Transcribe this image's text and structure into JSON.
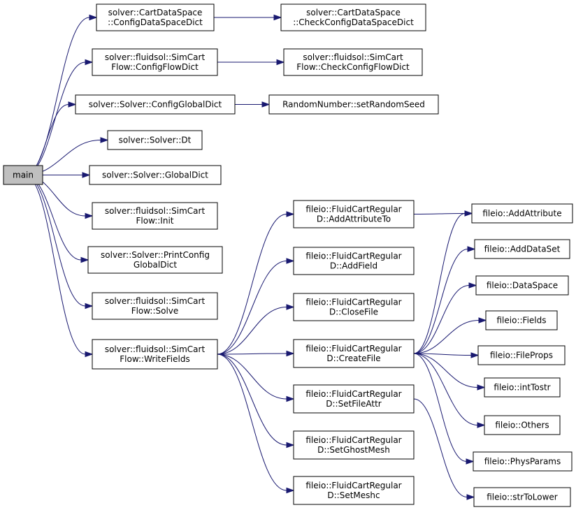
{
  "colors": {
    "edge": "#191970",
    "root_fill": "#bfbfbf",
    "node_fill": "#ffffff",
    "border": "#000000"
  },
  "nodes": {
    "main": [
      "main"
    ],
    "cfgds": [
      "solver::CartDataSpace",
      "::ConfigDataSpaceDict"
    ],
    "chkds": [
      "solver::CartDataSpace",
      "::CheckConfigDataSpaceDict"
    ],
    "cfgflow": [
      "solver::fluidsol::SimCart",
      "Flow::ConfigFlowDict"
    ],
    "chkflow": [
      "solver::fluidsol::SimCart",
      "Flow::CheckConfigFlowDict"
    ],
    "cfgglobal": [
      "solver::Solver::ConfigGlobalDict"
    ],
    "rnd": [
      "RandomNumber::setRandomSeed"
    ],
    "dt": [
      "solver::Solver::Dt"
    ],
    "gdict": [
      "solver::Solver::GlobalDict"
    ],
    "init": [
      "solver::fluidsol::SimCart",
      "Flow::Init"
    ],
    "pcg": [
      "solver::Solver::PrintConfig",
      "GlobalDict"
    ],
    "solve": [
      "solver::fluidsol::SimCart",
      "Flow::Solve"
    ],
    "wf": [
      "solver::fluidsol::SimCart",
      "Flow::WriteFields"
    ],
    "addattrto": [
      "fileio::FluidCartRegular",
      "D::AddAttributeTo"
    ],
    "addfield": [
      "fileio::FluidCartRegular",
      "D::AddField"
    ],
    "closefile": [
      "fileio::FluidCartRegular",
      "D::CloseFile"
    ],
    "createfile": [
      "fileio::FluidCartRegular",
      "D::CreateFile"
    ],
    "setfileattr": [
      "fileio::FluidCartRegular",
      "D::SetFileAttr"
    ],
    "setghost": [
      "fileio::FluidCartRegular",
      "D::SetGhostMesh"
    ],
    "setmeshc": [
      "fileio::FluidCartRegular",
      "D::SetMeshc"
    ],
    "addattribute": [
      "fileio::AddAttribute"
    ],
    "adddataset": [
      "fileio::AddDataSet"
    ],
    "dataspace": [
      "fileio::DataSpace"
    ],
    "fields": [
      "fileio::Fields"
    ],
    "fileprops": [
      "fileio::FileProps"
    ],
    "inttostr": [
      "fileio::intTostr"
    ],
    "others": [
      "fileio::Others"
    ],
    "physparams": [
      "fileio::PhysParams"
    ],
    "strtolower": [
      "fileio::strToLower"
    ]
  },
  "edges": [
    [
      "main",
      "cfgds"
    ],
    [
      "main",
      "cfgflow"
    ],
    [
      "main",
      "cfgglobal"
    ],
    [
      "main",
      "dt"
    ],
    [
      "main",
      "gdict"
    ],
    [
      "main",
      "init"
    ],
    [
      "main",
      "pcg"
    ],
    [
      "main",
      "solve"
    ],
    [
      "main",
      "wf"
    ],
    [
      "cfgds",
      "chkds"
    ],
    [
      "cfgflow",
      "chkflow"
    ],
    [
      "cfgglobal",
      "rnd"
    ],
    [
      "wf",
      "addattrto"
    ],
    [
      "wf",
      "addfield"
    ],
    [
      "wf",
      "closefile"
    ],
    [
      "wf",
      "createfile"
    ],
    [
      "wf",
      "setfileattr"
    ],
    [
      "wf",
      "setghost"
    ],
    [
      "wf",
      "setmeshc"
    ],
    [
      "addattrto",
      "addattribute"
    ],
    [
      "createfile",
      "addattribute"
    ],
    [
      "createfile",
      "adddataset"
    ],
    [
      "createfile",
      "dataspace"
    ],
    [
      "createfile",
      "fields"
    ],
    [
      "createfile",
      "fileprops"
    ],
    [
      "createfile",
      "inttostr"
    ],
    [
      "createfile",
      "others"
    ],
    [
      "createfile",
      "physparams"
    ],
    [
      "setfileattr",
      "strtolower"
    ]
  ]
}
